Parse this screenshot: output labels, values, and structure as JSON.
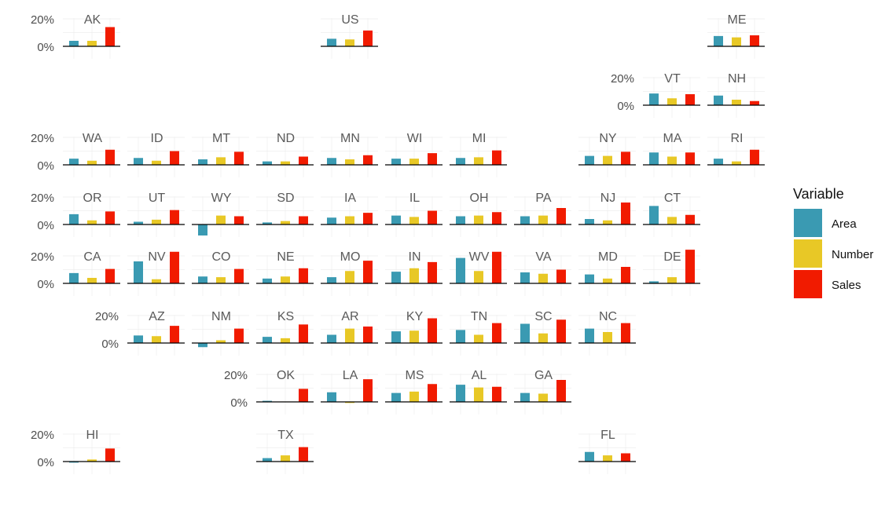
{
  "chart_data": {
    "type": "bar",
    "layout": "geofacet grid of US states",
    "categories": [
      "Area",
      "Number",
      "Sales"
    ],
    "ytick_labels": [
      "0%",
      "20%"
    ],
    "grid": true,
    "legend": {
      "title": "Variable",
      "position": "right",
      "entries": [
        {
          "name": "Area",
          "color": "#3A9AB2"
        },
        {
          "name": "Number",
          "color": "#E8C826"
        },
        {
          "name": "Sales",
          "color": "#F11B00"
        }
      ]
    },
    "panels": [
      {
        "state": "AK",
        "values": [
          4,
          4,
          14
        ]
      },
      {
        "state": "US",
        "values": [
          5.5,
          5,
          11.5
        ]
      },
      {
        "state": "ME",
        "values": [
          7.5,
          6.5,
          8
        ]
      },
      {
        "state": "VT",
        "values": [
          8.5,
          5,
          8
        ]
      },
      {
        "state": "NH",
        "values": [
          7,
          4,
          3
        ]
      },
      {
        "state": "WA",
        "values": [
          4.5,
          3,
          11
        ]
      },
      {
        "state": "ID",
        "values": [
          5,
          3,
          10
        ]
      },
      {
        "state": "MT",
        "values": [
          4,
          5.5,
          9.5
        ]
      },
      {
        "state": "ND",
        "values": [
          2.5,
          2.5,
          6
        ]
      },
      {
        "state": "MN",
        "values": [
          5,
          4,
          7
        ]
      },
      {
        "state": "WI",
        "values": [
          4.5,
          4.5,
          8.5
        ]
      },
      {
        "state": "MI",
        "values": [
          5,
          5.5,
          10.5
        ]
      },
      {
        "state": "NY",
        "values": [
          6.5,
          6.5,
          9.5
        ]
      },
      {
        "state": "MA",
        "values": [
          9,
          6,
          9
        ]
      },
      {
        "state": "RI",
        "values": [
          4.5,
          2.5,
          11
        ]
      },
      {
        "state": "OR",
        "values": [
          7.5,
          3,
          9.5
        ]
      },
      {
        "state": "UT",
        "values": [
          2,
          3.5,
          10.5
        ]
      },
      {
        "state": "WY",
        "values": [
          -8,
          6.5,
          6
        ]
      },
      {
        "state": "SD",
        "values": [
          1.5,
          2.5,
          6
        ]
      },
      {
        "state": "IA",
        "values": [
          5,
          6,
          8.5
        ]
      },
      {
        "state": "IL",
        "values": [
          6.5,
          5.5,
          10
        ]
      },
      {
        "state": "OH",
        "values": [
          6,
          6.5,
          9
        ]
      },
      {
        "state": "PA",
        "values": [
          6,
          6.5,
          12
        ]
      },
      {
        "state": "NJ",
        "values": [
          4,
          3,
          16
        ]
      },
      {
        "state": "CT",
        "values": [
          13.5,
          5.5,
          7
        ]
      },
      {
        "state": "CA",
        "values": [
          7.5,
          4,
          10.5
        ]
      },
      {
        "state": "NV",
        "values": [
          16,
          3,
          23
        ]
      },
      {
        "state": "CO",
        "values": [
          5,
          4.5,
          10.5
        ]
      },
      {
        "state": "NE",
        "values": [
          3.5,
          5,
          11
        ]
      },
      {
        "state": "MO",
        "values": [
          4.5,
          9,
          16.5
        ]
      },
      {
        "state": "IN",
        "values": [
          8.5,
          11,
          15.5
        ]
      },
      {
        "state": "WV",
        "values": [
          18.5,
          9,
          23
        ]
      },
      {
        "state": "VA",
        "values": [
          8,
          7,
          10
        ]
      },
      {
        "state": "MD",
        "values": [
          6.5,
          3.5,
          12
        ]
      },
      {
        "state": "DE",
        "values": [
          1.5,
          4.5,
          24.5
        ]
      },
      {
        "state": "AZ",
        "values": [
          5.5,
          5,
          12.5
        ]
      },
      {
        "state": "NM",
        "values": [
          -3,
          2,
          10.5
        ]
      },
      {
        "state": "KS",
        "values": [
          4.5,
          3.5,
          13.5
        ]
      },
      {
        "state": "AR",
        "values": [
          6,
          10.5,
          12
        ]
      },
      {
        "state": "KY",
        "values": [
          8.5,
          9,
          18
        ]
      },
      {
        "state": "TN",
        "values": [
          9.5,
          6,
          14.5
        ]
      },
      {
        "state": "SC",
        "values": [
          14,
          7,
          17
        ]
      },
      {
        "state": "NC",
        "values": [
          10.5,
          8,
          14.5
        ]
      },
      {
        "state": "OK",
        "values": [
          0.8,
          0.3,
          9.5
        ]
      },
      {
        "state": "LA",
        "values": [
          7,
          -0.8,
          16.5
        ]
      },
      {
        "state": "MS",
        "values": [
          6.5,
          7.5,
          13
        ]
      },
      {
        "state": "AL",
        "values": [
          12.5,
          10.5,
          11
        ]
      },
      {
        "state": "GA",
        "values": [
          6.5,
          6,
          16
        ]
      },
      {
        "state": "HI",
        "values": [
          -0.8,
          1.5,
          9.5
        ]
      },
      {
        "state": "TX",
        "values": [
          2.5,
          4.5,
          10.5
        ]
      },
      {
        "state": "FL",
        "values": [
          7,
          4.5,
          6
        ]
      }
    ]
  }
}
